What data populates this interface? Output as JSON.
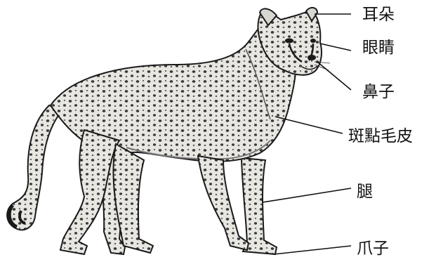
{
  "diagram": {
    "subject": "cheetah",
    "labels": {
      "ear": "耳朵",
      "eye": "眼睛",
      "nose": "鼻子",
      "coat": "斑點毛皮",
      "leg": "腿",
      "claw": "爪子"
    },
    "colors": {
      "ink": "#1a1a1a",
      "fur": "#e9e7e2",
      "spot": "#3a3a3a",
      "line": "#111111"
    }
  }
}
